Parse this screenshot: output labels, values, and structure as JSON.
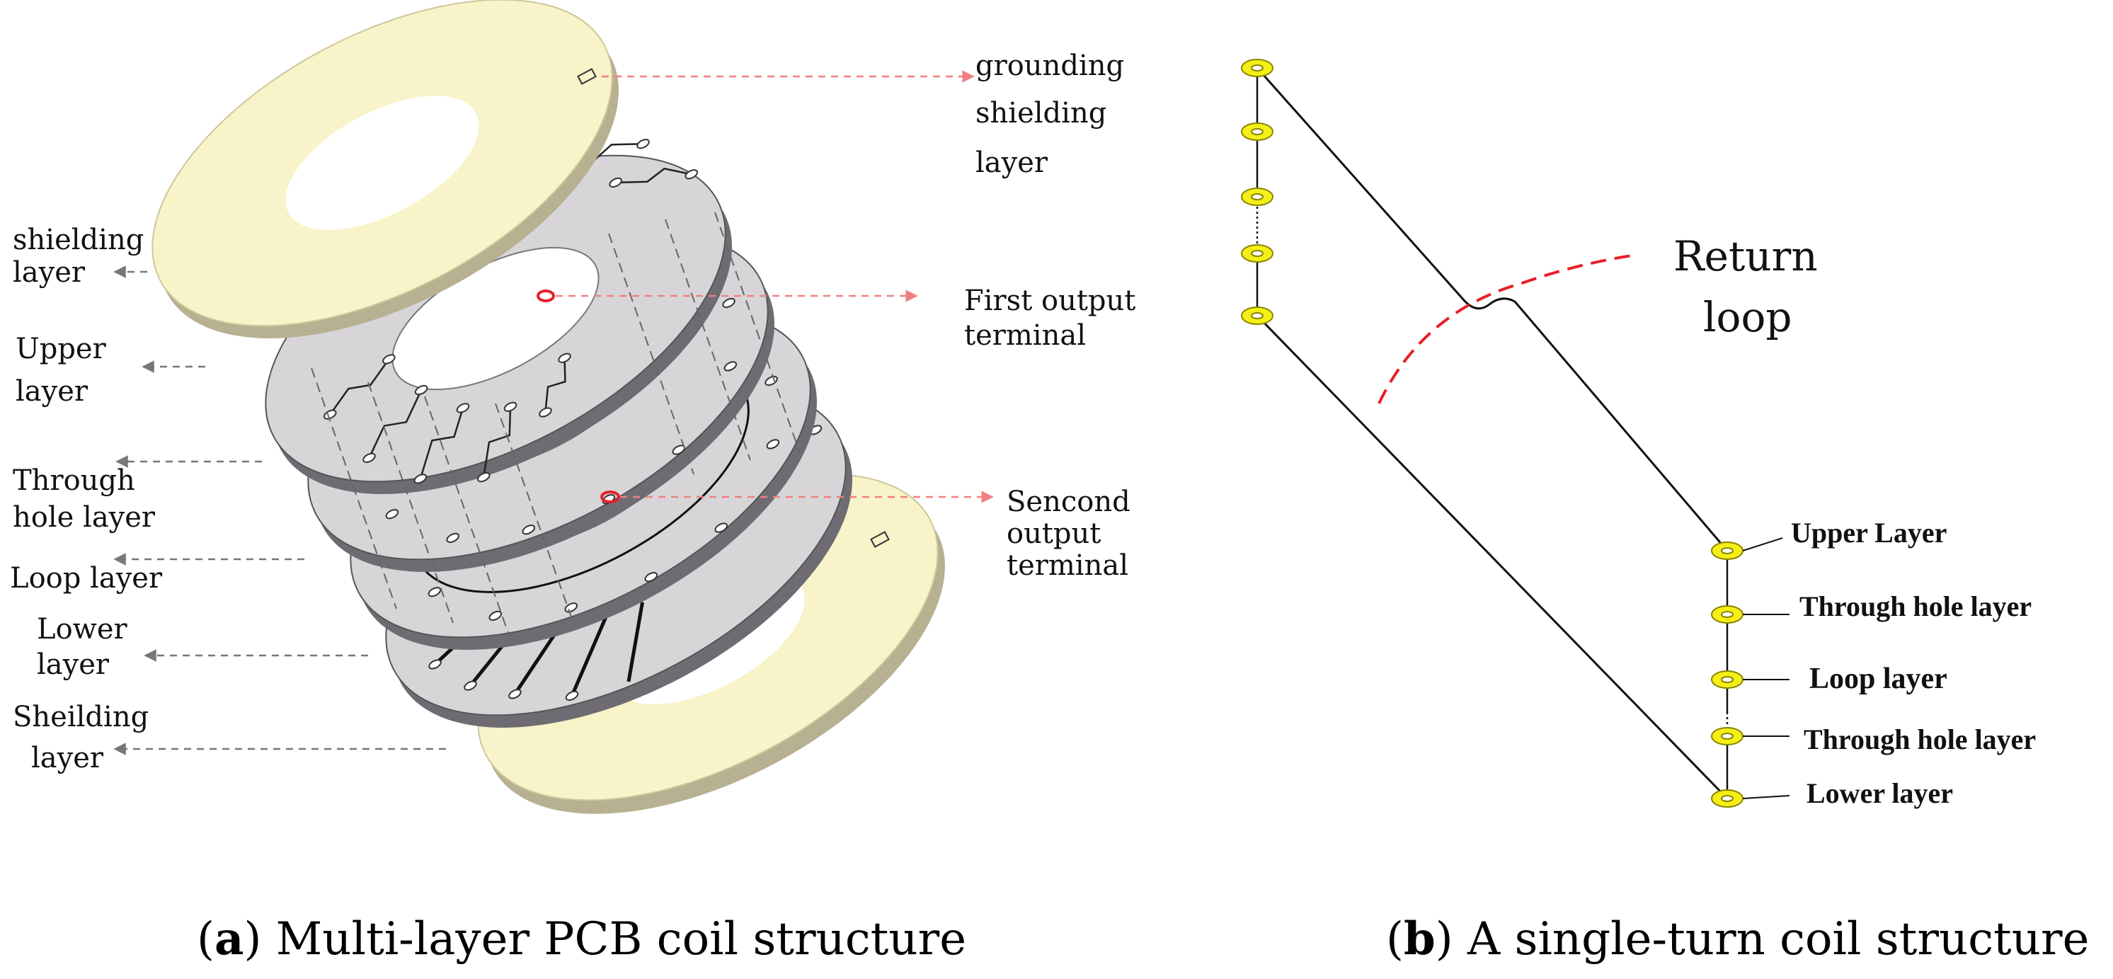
{
  "panel_a": {
    "caption_letter": "a",
    "caption_text": " Multi-layer PCB coil structure",
    "labels": {
      "grounding_line1": "grounding",
      "grounding_line2": "shielding",
      "grounding_line3": "layer",
      "first_output_line1": "First output",
      "first_output_line2": "terminal",
      "second_output_line1": "Sencond",
      "second_output_line2": "output",
      "second_output_line3": "terminal",
      "shielding_line1": "shielding",
      "shielding_line2": "layer",
      "upper_line1": "Upper",
      "upper_line2": "layer",
      "through_line1": "Through",
      "through_line2": "hole layer",
      "loop": "Loop layer",
      "lower_line1": "Lower",
      "lower_line2": "layer",
      "sheilding_line1": "Sheilding",
      "sheilding_line2": "layer"
    }
  },
  "panel_b": {
    "caption_letter": "b",
    "caption_text": " A single-turn coil structure",
    "return_loop_line1": "Return",
    "return_loop_line2": "loop",
    "layers": [
      "Upper Layer",
      "Through hole layer",
      "Loop layer",
      "Through hole layer",
      "Lower layer"
    ]
  },
  "colors": {
    "shield_fill": "#f8f3c8",
    "board_fill": "#d7d5d8",
    "board_edge": "#6e6c72",
    "terminal_red": "#e8202a",
    "pad_yellow": "#f4ef16",
    "leader_red": "#f08080",
    "leader_gray": "#777777"
  }
}
